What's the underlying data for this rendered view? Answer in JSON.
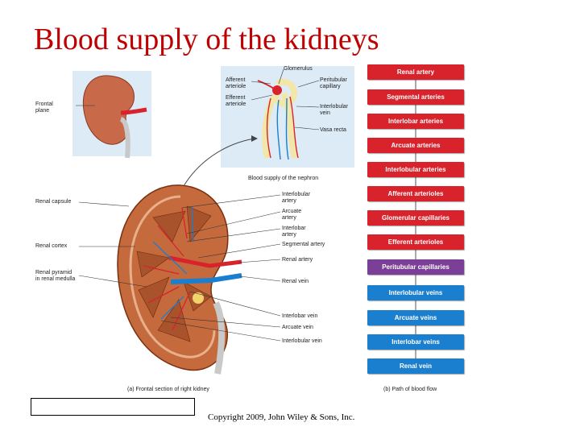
{
  "title": "Blood supply of the kidneys",
  "labels_top": {
    "frontal_plane": "Frontal\nplane",
    "glomerulus": "Glomerulus",
    "afferent_arteriole": "Afferent\narteriole",
    "efferent_arteriole": "Efferent\narteriole",
    "peritubular_capillary": "Peritubular\ncapillary",
    "interlobular_vein": "Interlobular\nvein",
    "vasa_recta": "Vasa recta",
    "nephron_caption": "Blood supply of the nephron"
  },
  "labels_left": {
    "renal_capsule": "Renal capsule",
    "renal_cortex": "Renal cortex",
    "renal_pyramid": "Renal pyramid\nin renal medulla"
  },
  "labels_right": {
    "interlobular_artery": "Interlobular\nartery",
    "arcuate_artery": "Arcuate\nartery",
    "interlobar_artery": "Interlobar\nartery",
    "segmental_artery": "Segmental artery",
    "renal_artery": "Renal artery",
    "renal_vein": "Renal vein",
    "interlobar_vein": "Interlobar vein",
    "arcuate_vein": "Arcuate vein",
    "interlobular_vein": "Interlobular vein"
  },
  "captions": {
    "a": "(a) Frontal section of right kidney",
    "b": "(b) Path of blood flow"
  },
  "flow": [
    {
      "label": "Renal artery",
      "color": "#d9232c"
    },
    {
      "label": "Segmental arteries",
      "color": "#d9232c"
    },
    {
      "label": "Interlobar arteries",
      "color": "#d9232c"
    },
    {
      "label": "Arcuate arteries",
      "color": "#d9232c"
    },
    {
      "label": "Interlobular arteries",
      "color": "#d9232c"
    },
    {
      "label": "Afferent arterioles",
      "color": "#d9232c"
    },
    {
      "label": "Glomerular capillaries",
      "color": "#d9232c"
    },
    {
      "label": "Efferent arterioles",
      "color": "#d9232c"
    },
    {
      "label": "Peritubular capillaries",
      "color": "#7b3f98"
    },
    {
      "label": "Interlobular veins",
      "color": "#1b7fcf"
    },
    {
      "label": "Arcuate veins",
      "color": "#1b7fcf"
    },
    {
      "label": "Interlobar veins",
      "color": "#1b7fcf"
    },
    {
      "label": "Renal vein",
      "color": "#1b7fcf"
    }
  ],
  "copyright": "Copyright 2009, John Wiley & Sons, Inc."
}
